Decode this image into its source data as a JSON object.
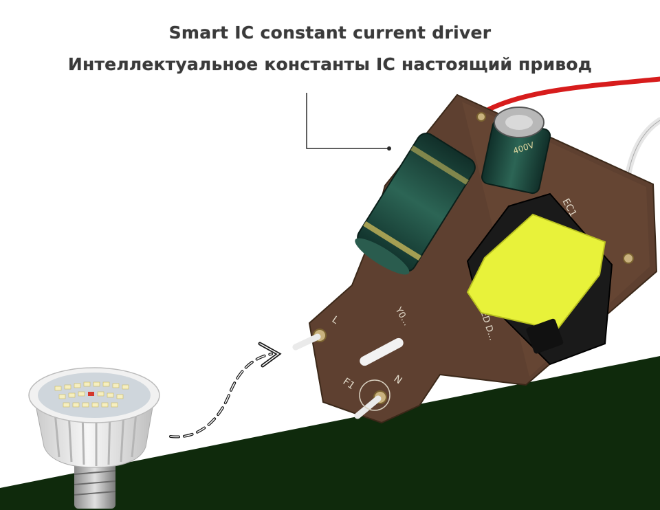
{
  "header": {
    "title_en": "Smart IC constant current driver",
    "title_ru": "Интеллектуальное константы IC настоящий привод"
  },
  "board": {
    "silk_top": "EC1",
    "silk_left": "L",
    "silk_n": "N",
    "silk_fuse": "F1",
    "silk_side": "KD LED D...",
    "silk_model": "Y0...",
    "cap_rating": "400V"
  },
  "colors": {
    "background": "#ffffff",
    "ground": "#0f2a0c",
    "pcb": "#5e4030",
    "capacitor": "#1e4a40",
    "transformer": "#e8f23a",
    "wire_red": "#e02020",
    "wire_white": "#eeeeee",
    "pointer_line": "#2a2a2a"
  },
  "icons": {
    "arrow": "dashed-curved-arrow-icon",
    "bulb": "led-bulb-icon",
    "driver": "led-driver-board-icon"
  }
}
